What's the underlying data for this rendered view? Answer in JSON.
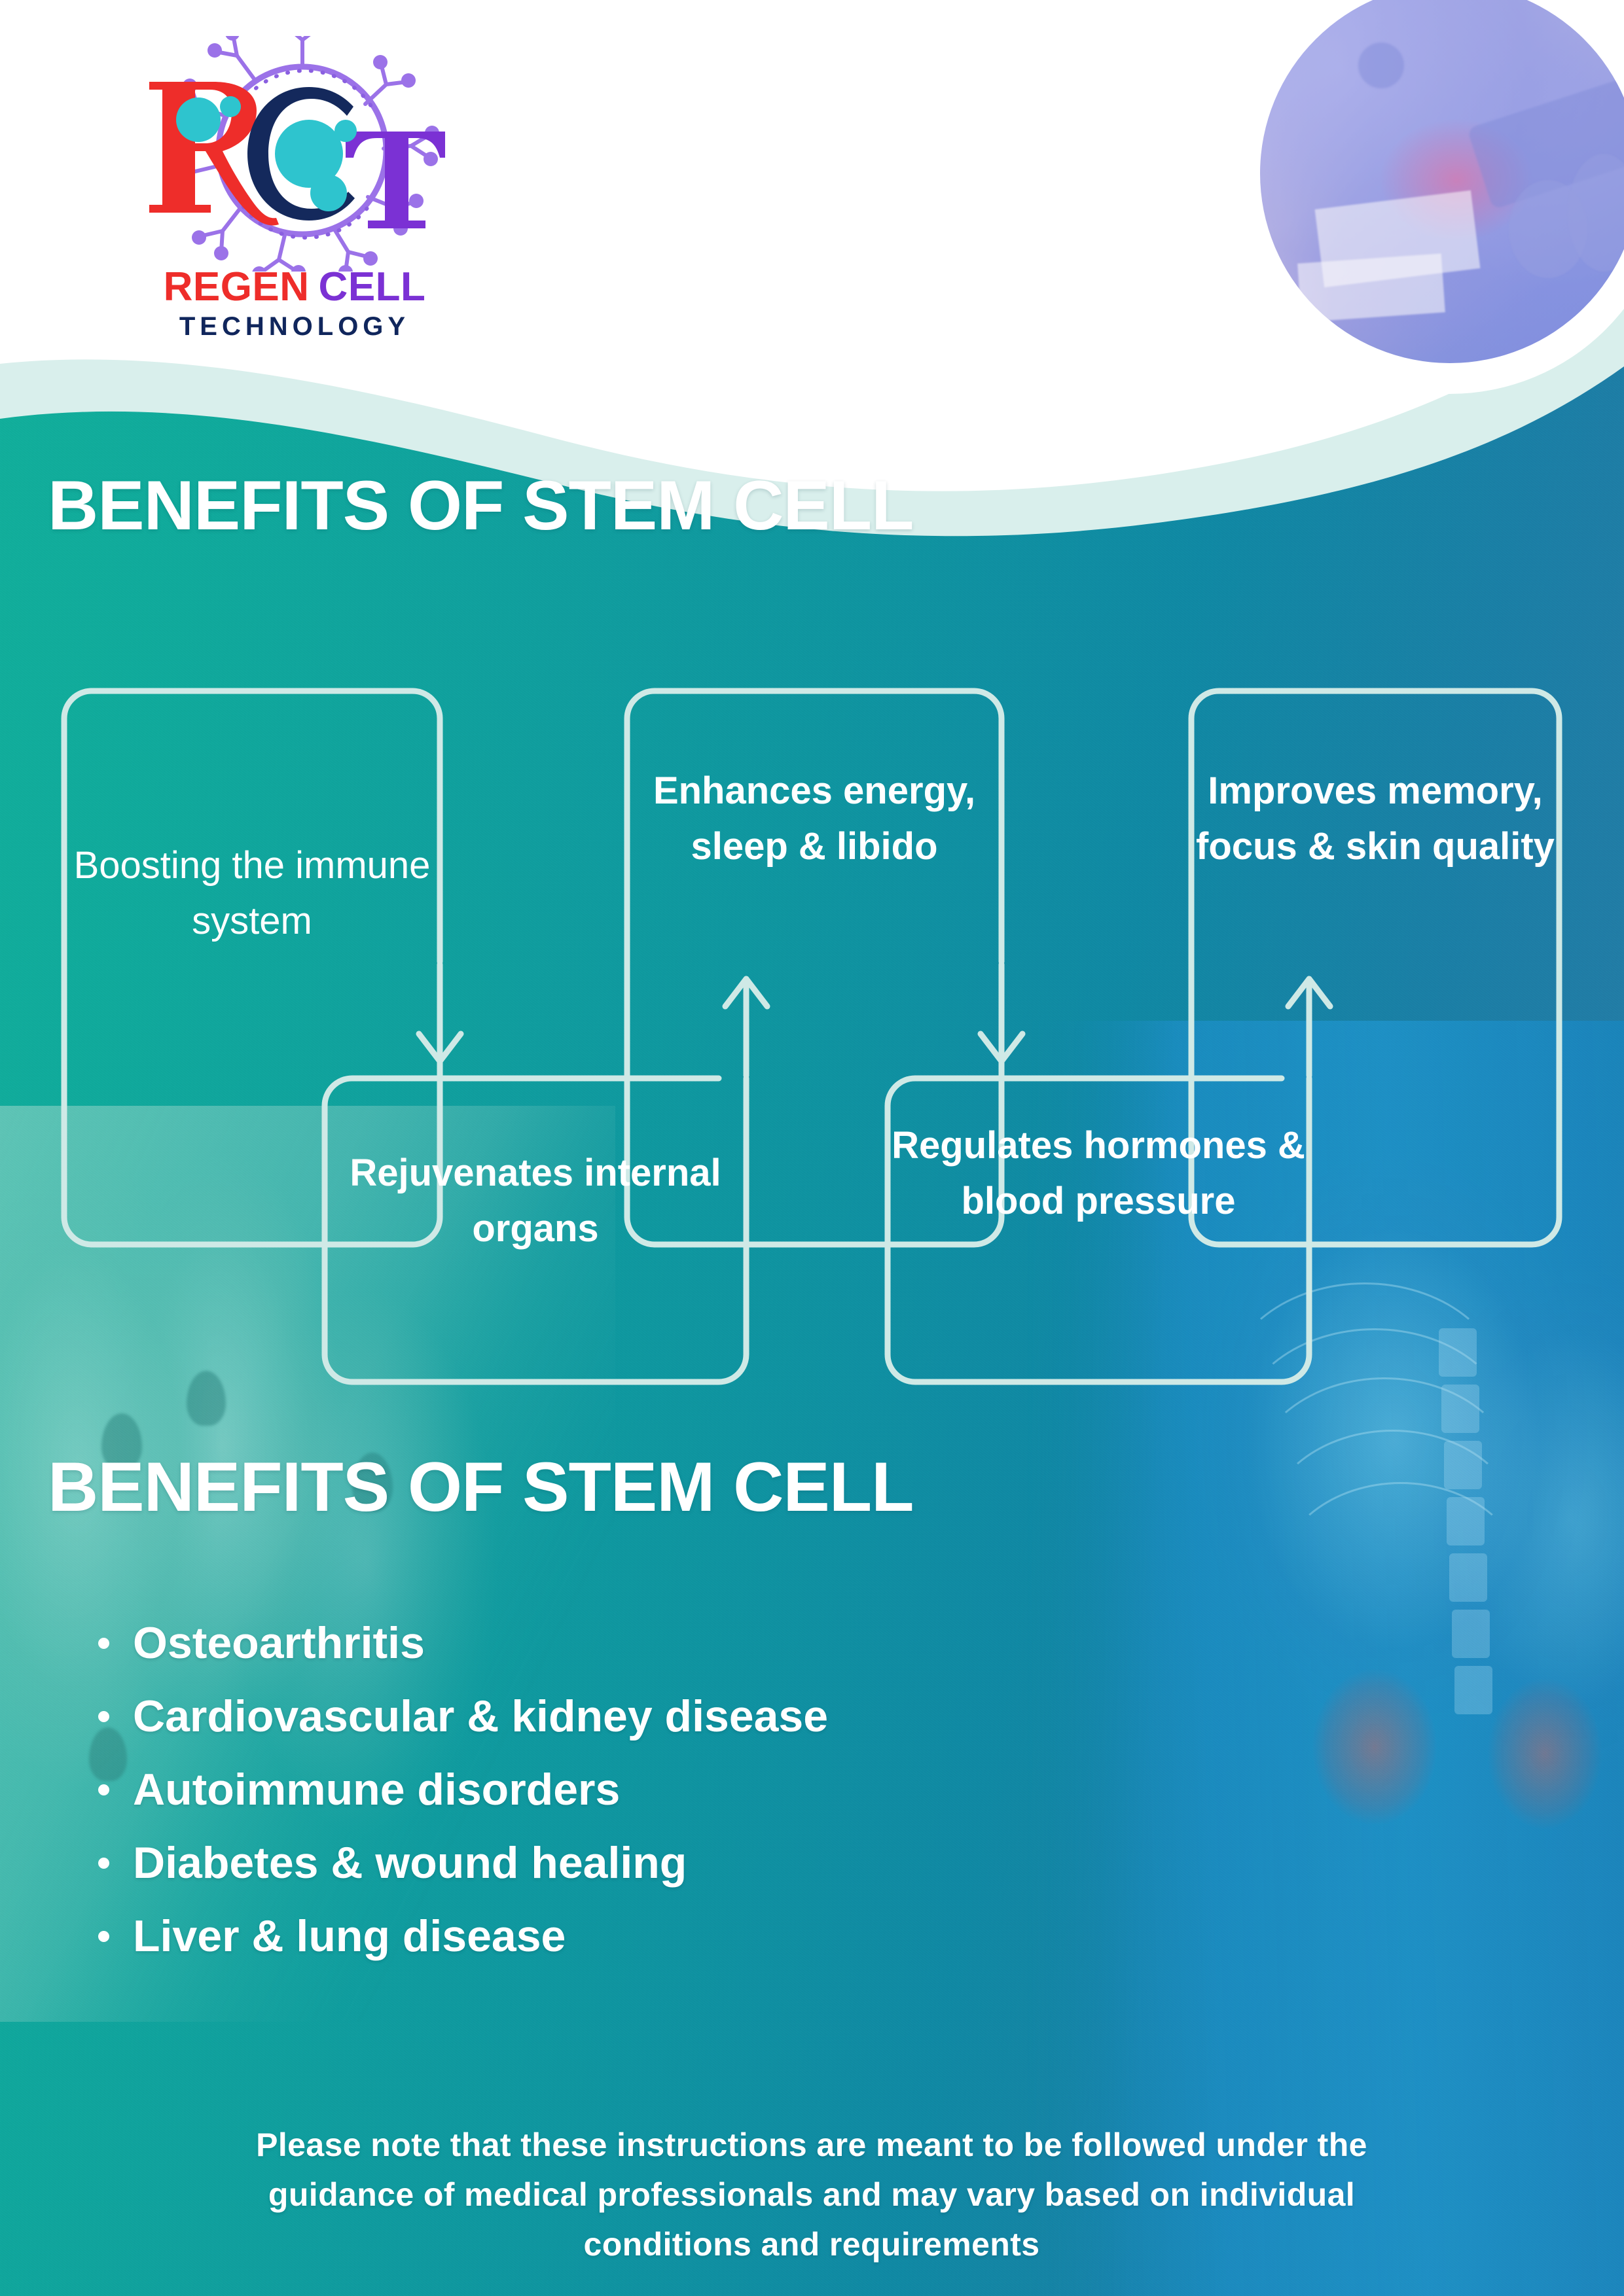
{
  "brand": {
    "logo_mark_letters": [
      "R",
      "C",
      "T"
    ],
    "name_part1": "REGEN",
    "name_part2": "CELL",
    "tagline": "TECHNOLOGY",
    "colors": {
      "red": "#ee2d2a",
      "purple": "#7b31d4",
      "navy": "#10265c",
      "teal_accent": "#2ec4ce",
      "lilac": "#9b72e8"
    }
  },
  "theme": {
    "background_teal_left": "#12b09b",
    "background_teal_right": "#2a7aa6",
    "wave_mint": "#d9efec",
    "text_white": "#ffffff",
    "box_border": "#cfe9e6"
  },
  "headings": {
    "primary": "BENEFITS OF STEM CELL",
    "secondary": "BENEFITS OF STEM CELL"
  },
  "flow_diagram": {
    "boxes": [
      {
        "id": "immune",
        "text": "Boosting the immune system",
        "weight": "regular",
        "row": "top"
      },
      {
        "id": "energy",
        "text": "Enhances energy, sleep & libido",
        "weight": "bold",
        "row": "top"
      },
      {
        "id": "memory",
        "text": "Improves memory, focus & skin quality",
        "weight": "bold",
        "row": "top"
      },
      {
        "id": "organs",
        "text": "Rejuvenates internal organs",
        "weight": "bold",
        "row": "bottom"
      },
      {
        "id": "hormones",
        "text": "Regulates hormones & blood pressure",
        "weight": "bold",
        "row": "bottom"
      }
    ],
    "connectors": [
      {
        "from": "immune",
        "to": "organs",
        "direction": "down"
      },
      {
        "from": "organs",
        "to": "energy",
        "direction": "up"
      },
      {
        "from": "energy",
        "to": "hormones",
        "direction": "down"
      },
      {
        "from": "hormones",
        "to": "memory",
        "direction": "up"
      }
    ]
  },
  "conditions": {
    "items": [
      "Osteoarthritis",
      "Cardiovascular & kidney disease",
      "Autoimmune disorders",
      "Diabetes & wound healing",
      "Liver & lung disease"
    ]
  },
  "footer": {
    "line1": "Please note that these instructions are meant to be followed under the",
    "line2": "guidance of medical professionals and may vary based on individual",
    "line3": "conditions and requirements"
  },
  "imagery": {
    "circle_photo": "laboratory-microscope-photo",
    "left_photo": "praying-hands-photo",
    "right_photo": "anatomical-torso-xray-photo"
  }
}
